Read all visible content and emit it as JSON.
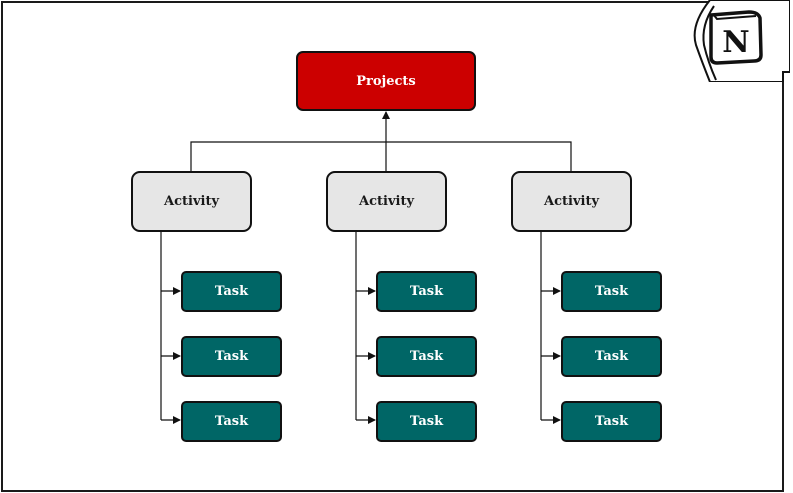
{
  "root": {
    "label": "Projects"
  },
  "activities": [
    {
      "label": "Activity",
      "tasks": [
        "Task",
        "Task",
        "Task"
      ]
    },
    {
      "label": "Activity",
      "tasks": [
        "Task",
        "Task",
        "Task"
      ]
    },
    {
      "label": "Activity",
      "tasks": [
        "Task",
        "Task",
        "Task"
      ]
    }
  ],
  "colors": {
    "root_fill": "#cc0000",
    "activity_fill": "#e6e6e6",
    "task_fill": "#006666",
    "line": "#111111"
  },
  "logo": {
    "icon": "notion-logo-icon",
    "letter": "N"
  }
}
